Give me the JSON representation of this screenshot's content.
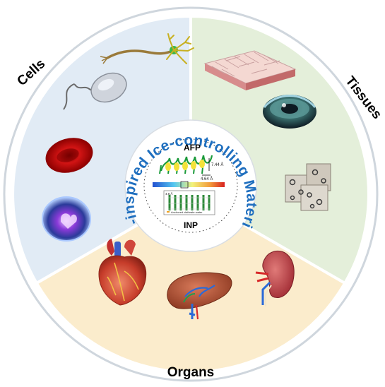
{
  "sectors": {
    "cells": {
      "label": "Cells",
      "color": "#e1ebf5"
    },
    "tissues": {
      "label": "Tissues",
      "color": "#e4efda"
    },
    "organs": {
      "label": "Organs",
      "color": "#fbeccc"
    }
  },
  "center": {
    "title": "Bio-inspired Ice-controlling Materials",
    "title_color": "#1f6fbf",
    "afp_label": "AFP",
    "inp_label": "INP",
    "afp_spacing_1": "7.44 Å",
    "afp_spacing_2": "4.64 Å",
    "inp_spacing": "4.8 Å",
    "inp_note": "Anchored clathrate water"
  },
  "icons": {
    "cells": [
      "neuron-icon",
      "sperm-cell-icon",
      "red-blood-cell-icon",
      "stem-cell-icon"
    ],
    "tissues": [
      "epithelial-tissue-icon",
      "cornea-icon",
      "cartilage-tissue-icon"
    ],
    "organs": [
      "heart-icon",
      "liver-icon",
      "kidney-icon"
    ]
  }
}
